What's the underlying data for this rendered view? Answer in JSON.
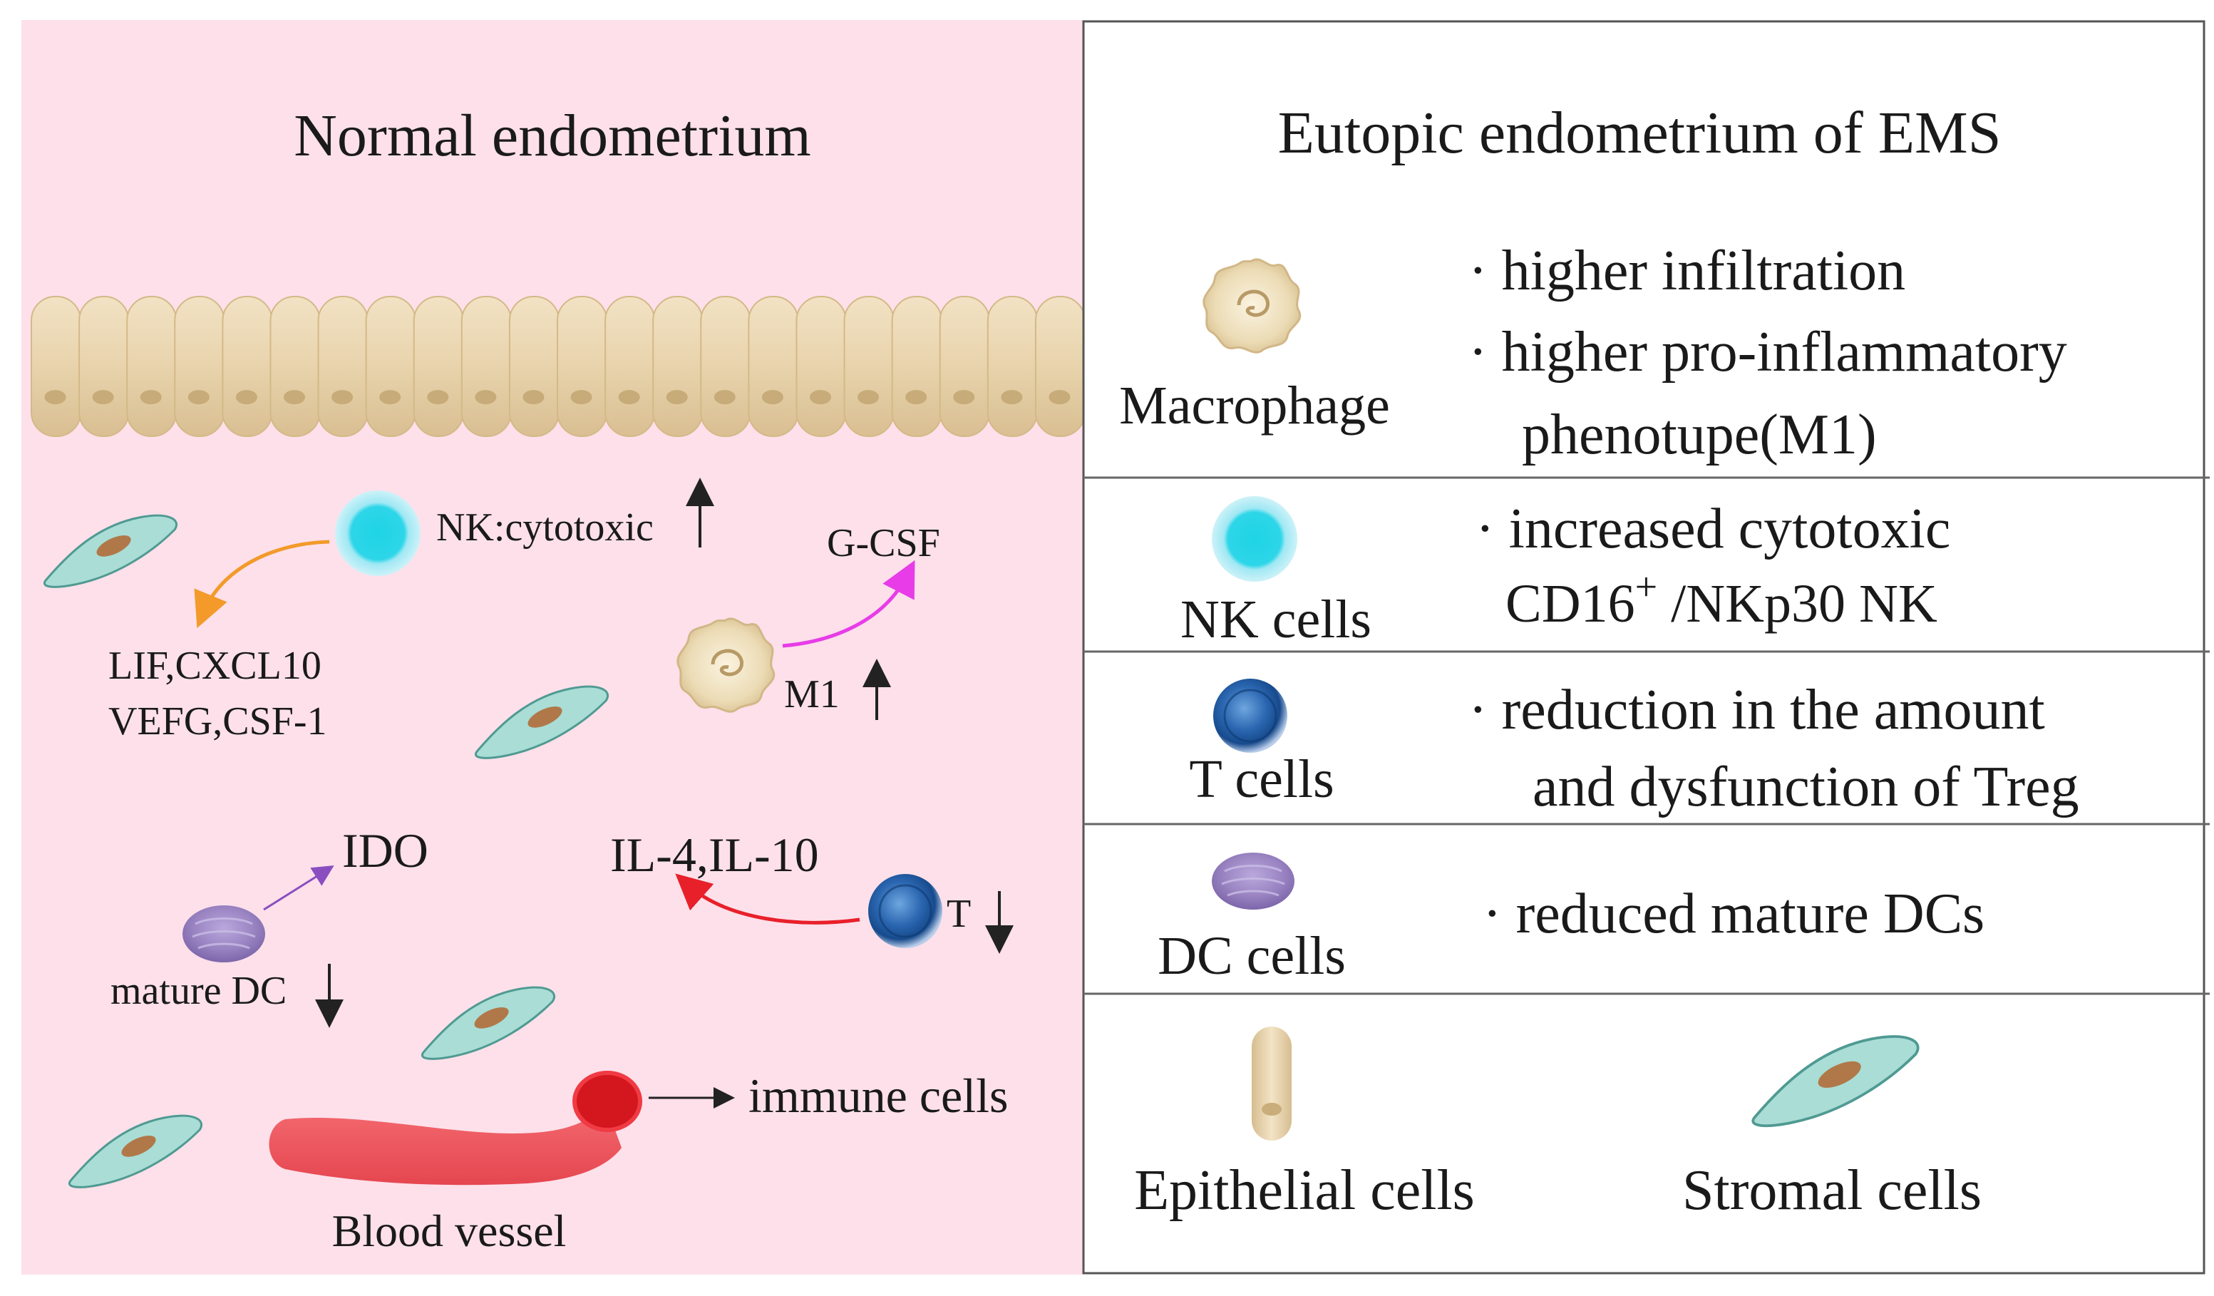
{
  "left_panel": {
    "title": "Normal endometrium",
    "nk_label": "NK:cytotoxic",
    "nk_factors": [
      "LIF,CXCL10",
      "VEFG,CSF-1"
    ],
    "gcsf_label": "G-CSF",
    "m1_label": "M1",
    "ido_label": "IDO",
    "il_label": "IL-4,IL-10",
    "t_label": "T",
    "dc_label": "mature DC",
    "immune_label": "immune cells",
    "vessel_label": "Blood vessel"
  },
  "right_panel": {
    "title": "Eutopic endometrium of EMS",
    "rows": [
      {
        "cell": "Macrophage",
        "findings": [
          "·  higher infiltration",
          "·  higher pro-inflammatory",
          "phenotupe(M1)"
        ]
      },
      {
        "cell": "NK cells",
        "findings": [
          "· increased cytotoxic",
          "CD16",
          "+",
          " /NKp30 NK"
        ]
      },
      {
        "cell": "T cells",
        "findings": [
          "·  reduction in the amount",
          "and dysfunction of Treg"
        ]
      },
      {
        "cell": "DC cells",
        "findings": [
          "· reduced mature DCs"
        ]
      }
    ],
    "legend": {
      "epithelial": "Epithelial cells",
      "stromal": "Stromal cells"
    }
  },
  "colors": {
    "left_bg": "#fde0ea",
    "epithelium": "#e8d3ac",
    "nk_cell": "#2dd6e8",
    "t_cell": "#1f5fa8",
    "dc_cell": "#9a84c2",
    "stromal_cell": "#a9ddd6",
    "stromal_nucleus": "#b07848",
    "blood_vessel": "#f05a62",
    "arrow_nk": "#f39a2a",
    "arrow_m1": "#e83ce8",
    "arrow_t": "#e8202a",
    "arrow_dc": "#8a4ec0"
  }
}
